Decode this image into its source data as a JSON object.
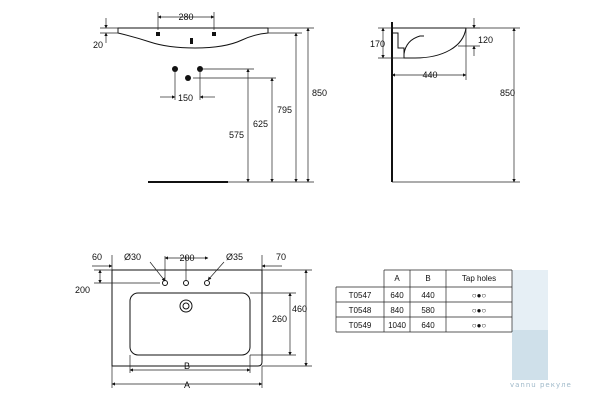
{
  "front_view": {
    "dims": {
      "tap_spacing": "280",
      "rim_depth": "20",
      "trap_spacing": "150",
      "waste_height": "575",
      "trap_height": "625",
      "basin_height": "795",
      "total_height": "850"
    }
  },
  "side_view": {
    "dims": {
      "depth": "170",
      "rim": "120",
      "projection": "440",
      "total_height": "850"
    }
  },
  "plan_view": {
    "dims": {
      "left_edge": "60",
      "tap_hole_dia": "Ø30",
      "tap_spacing": "200",
      "waste_dia": "Ø35",
      "right_edge": "70",
      "tap_offset": "200",
      "bowl_depth": "260",
      "total_depth": "460",
      "width_b": "B",
      "width_a": "A"
    }
  },
  "table": {
    "headers": [
      "",
      "A",
      "B",
      "Tap holes"
    ],
    "rows": [
      {
        "code": "T0547",
        "a": "640",
        "b": "440",
        "holes": "○●○"
      },
      {
        "code": "T0548",
        "a": "840",
        "b": "580",
        "holes": "○●○"
      },
      {
        "code": "T0549",
        "a": "1040",
        "b": "640",
        "holes": "○●○"
      }
    ]
  },
  "watermark": "vannu рекуле",
  "colors": {
    "line": "#111111",
    "watermark": "#cfe0ea"
  }
}
